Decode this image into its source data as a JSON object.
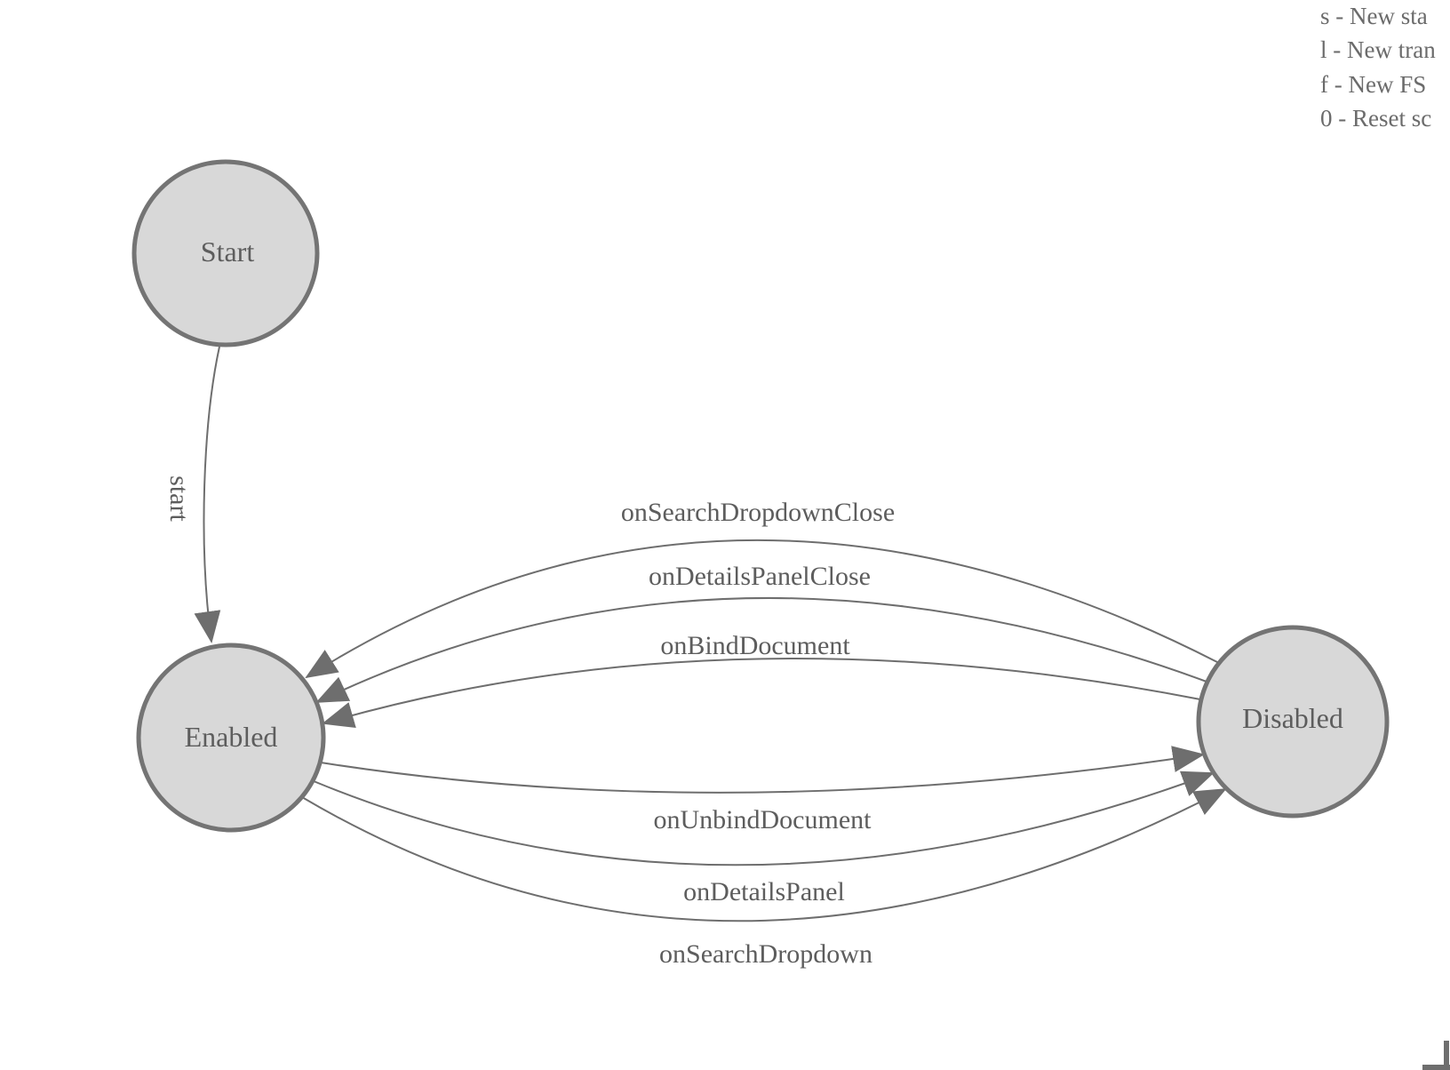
{
  "states": [
    {
      "id": "start",
      "label": "Start"
    },
    {
      "id": "enabled",
      "label": "Enabled"
    },
    {
      "id": "disabled",
      "label": "Disabled"
    }
  ],
  "transitions": [
    {
      "label": "start",
      "from": "Start",
      "to": "Enabled"
    },
    {
      "label": "onSearchDropdownClose",
      "from": "Disabled",
      "to": "Enabled"
    },
    {
      "label": "onDetailsPanelClose",
      "from": "Disabled",
      "to": "Enabled"
    },
    {
      "label": "onBindDocument",
      "from": "Disabled",
      "to": "Enabled"
    },
    {
      "label": "onUnbindDocument",
      "from": "Enabled",
      "to": "Disabled"
    },
    {
      "label": "onDetailsPanel",
      "from": "Enabled",
      "to": "Disabled"
    },
    {
      "label": "onSearchDropdown",
      "from": "Enabled",
      "to": "Disabled"
    }
  ],
  "legend": {
    "lines": [
      "s - New sta",
      "l - New tran",
      "f - New FS",
      "0 - Reset sc"
    ]
  },
  "colors": {
    "background": "#ffffff",
    "state_fill": "#d8d8d8",
    "state_stroke": "#747474",
    "edge_stroke": "#6e6e6e",
    "arrowhead": "#6e6e6e",
    "label_text": "#5d5d5d",
    "legend_text": "#6b6b6b"
  }
}
